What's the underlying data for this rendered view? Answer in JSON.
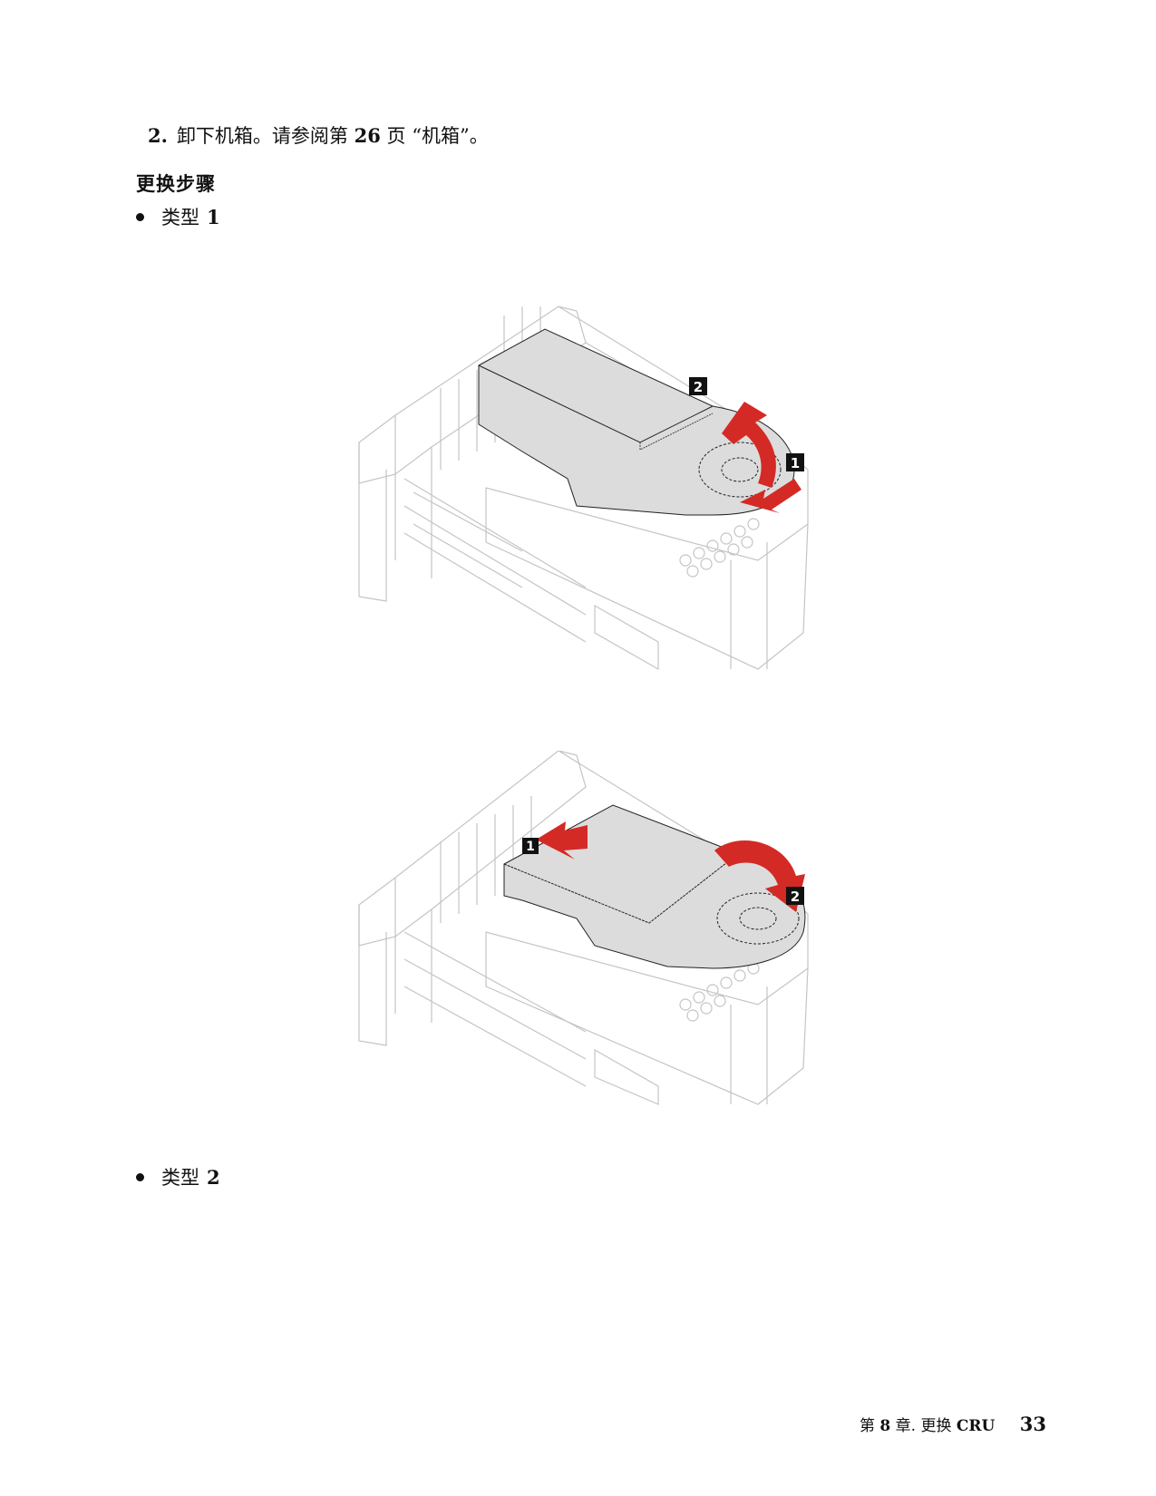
{
  "step": {
    "number": "2.",
    "text_before": "卸下机箱。请参阅第",
    "page_ref": "26",
    "text_after": "页 “机箱”。"
  },
  "section_heading": "更换步骤",
  "bullets": [
    {
      "label": "类型",
      "number": "1"
    },
    {
      "label": "类型",
      "number": "2"
    }
  ],
  "figures": [
    {
      "callouts": [
        {
          "id": "1",
          "action": "press-latch-arrow"
        },
        {
          "id": "2",
          "action": "rotate-up-arrow"
        }
      ]
    },
    {
      "callouts": [
        {
          "id": "1",
          "action": "slide-arrow"
        },
        {
          "id": "2",
          "action": "rotate-down-arrow"
        }
      ]
    }
  ],
  "footer": {
    "chapter_prefix": "第",
    "chapter_number": "8",
    "chapter_suffix": "章. 更换",
    "chapter_abbr": "CRU",
    "page_number": "33"
  },
  "colors": {
    "accent_red": "#d42a25",
    "part_gray": "#dcdcdc",
    "line_gray": "#bfbfbf",
    "callout_black": "#111111"
  }
}
